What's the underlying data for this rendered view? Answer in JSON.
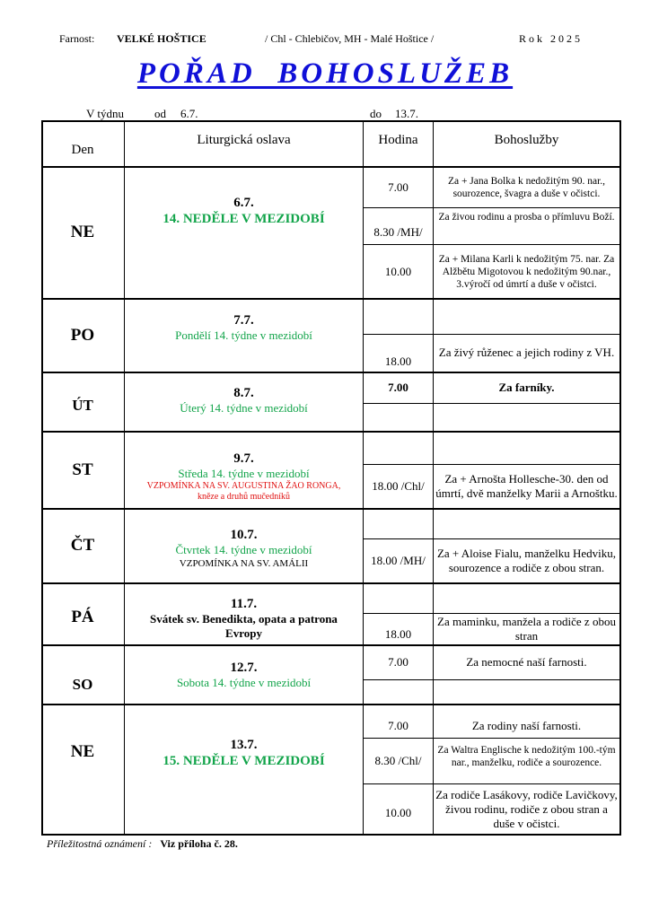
{
  "header": {
    "parish_label": "Farnost:",
    "parish_name": "VELKÉ HOŠTICE",
    "branches": "/  Chl - Chlebičov, MH - Malé Hoštice /",
    "year": "R o k   2 0 2 5"
  },
  "title": "POŘAD  BOHOSLUŽEB",
  "week": {
    "prefix": "V týdnu",
    "from_label": "od",
    "from": "6.7.",
    "to_label": "do",
    "to": "13.7."
  },
  "columns": {
    "day": "Den",
    "celebration": "Liturgická  oslava",
    "hour": "Hodina",
    "services": "Bohoslužby"
  },
  "days": [
    {
      "day": "NE",
      "date": "6.7.",
      "celebration": "14. NEDĚLE V MEZIDOBÍ",
      "masses": [
        {
          "hour": "7.00",
          "intention": "Za + Jana Bolka k nedožitým 90. nar., sourozence, švagra a duše v očistci."
        },
        {
          "hour": "8.30 /MH/",
          "intention": "Za živou rodinu a prosba o přímluvu Boží."
        },
        {
          "hour": "10.00",
          "intention": "Za + Milana Karli k nedožitým 75. nar. Za Alžbětu Migotovou k nedožitým 90.nar., 3.výročí od úmrtí a duše v očistci."
        }
      ]
    },
    {
      "day": "PO",
      "date": "7.7.",
      "celebration": "Pondělí 14. týdne v mezidobí",
      "masses": [
        {
          "hour": "",
          "intention": ""
        },
        {
          "hour": "18.00",
          "intention": "Za živý růženec a jejich rodiny z VH."
        }
      ]
    },
    {
      "day": "ÚT",
      "date": "8.7.",
      "celebration": "Úterý 14. týdne v mezidobí",
      "masses": [
        {
          "hour": "7.00",
          "intention": "Za farníky."
        },
        {
          "hour": "",
          "intention": ""
        }
      ]
    },
    {
      "day": "ST",
      "date": "9.7.",
      "celebration": "Středa 14. týdne v mezidobí",
      "memorial": "VZPOMÍNKA NA SV. AUGUSTINA ŽAO RONGA, kněze a druhů mučedníků",
      "masses": [
        {
          "hour": "",
          "intention": ""
        },
        {
          "hour": "18.00 /Chl/",
          "intention": "Za + Arnošta Hollesche-30. den od úmrtí, dvě manželky Marii a Arnoštku."
        }
      ]
    },
    {
      "day": "ČT",
      "date": "10.7.",
      "celebration": "Čtvrtek 14. týdne v mezidobí",
      "memorial": "VZPOMÍNKA NA SV. AMÁLII",
      "masses": [
        {
          "hour": "",
          "intention": ""
        },
        {
          "hour": "18.00 /MH/",
          "intention": "Za + Aloise Fialu, manželku Hedviku, sourozence a rodiče z obou stran."
        }
      ]
    },
    {
      "day": "PÁ",
      "date": "11.7.",
      "celebration": "Svátek sv. Benedikta, opata a patrona Evropy",
      "masses": [
        {
          "hour": "",
          "intention": ""
        },
        {
          "hour": "18.00",
          "intention": "Za maminku, manžela a rodiče z obou stran"
        }
      ]
    },
    {
      "day": "SO",
      "date": "12.7.",
      "celebration": "Sobota 14. týdne v mezidobí",
      "masses": [
        {
          "hour": "7.00",
          "intention": "Za nemocné naší farnosti."
        },
        {
          "hour": "",
          "intention": ""
        }
      ]
    },
    {
      "day": "NE",
      "date": "13.7.",
      "celebration": "15. NEDĚLE V MEZIDOBÍ",
      "masses": [
        {
          "hour": "7.00",
          "intention": "Za rodiny naší farnosti."
        },
        {
          "hour": "8.30 /Chl/",
          "intention": "Za Waltra Englische k nedožitým 100.-tým nar., manželku, rodiče a sourozence."
        },
        {
          "hour": "10.00",
          "intention": "Za rodiče Lasákovy, rodiče Lavičkovy, živou rodinu, rodiče z obou stran a duše v očistci."
        }
      ]
    }
  ],
  "footer": {
    "label": "Příležitostná oznámení :",
    "value": "Viz příloha č. 28."
  },
  "colors": {
    "title": "#1010d8",
    "green": "#12a44a",
    "red": "#e01010"
  }
}
